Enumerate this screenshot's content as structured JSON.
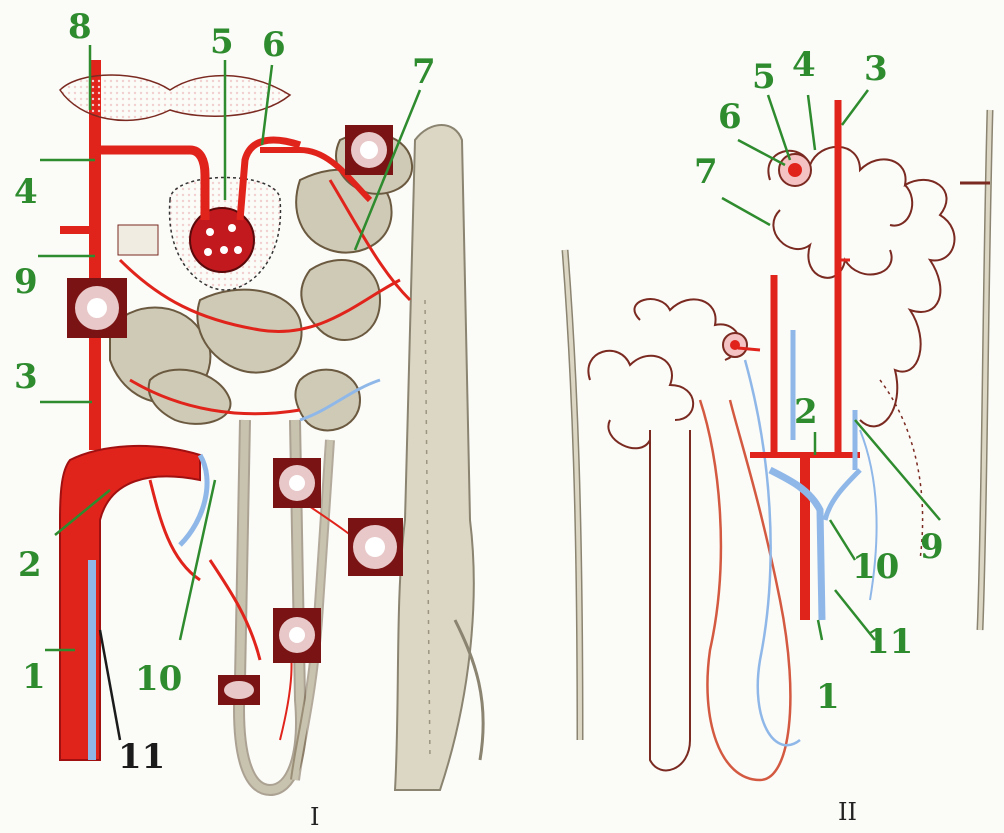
{
  "panel_I": {
    "label": "I",
    "callouts": {
      "n1": "1",
      "n2": "2",
      "n3": "3",
      "n4": "4",
      "n5": "5",
      "n6": "6",
      "n7": "7",
      "n8": "8",
      "n9": "9",
      "n10": "10",
      "n11": "11"
    }
  },
  "panel_II": {
    "label": "II",
    "callouts": {
      "n1": "1",
      "n2": "2",
      "n3": "3",
      "n4": "4",
      "n5": "5",
      "n6": "6",
      "n7": "7",
      "n9": "9",
      "n10": "10",
      "n11": "11"
    }
  },
  "colors": {
    "artery": "#e0241c",
    "vein": "#8fb8e8",
    "tubule": "#c9c4b2",
    "tubule_outline": "#7a2a20",
    "callout": "#2e8b2e",
    "dark_callout": "#1b1b1b",
    "cross_section_bg": "#7a1414"
  }
}
